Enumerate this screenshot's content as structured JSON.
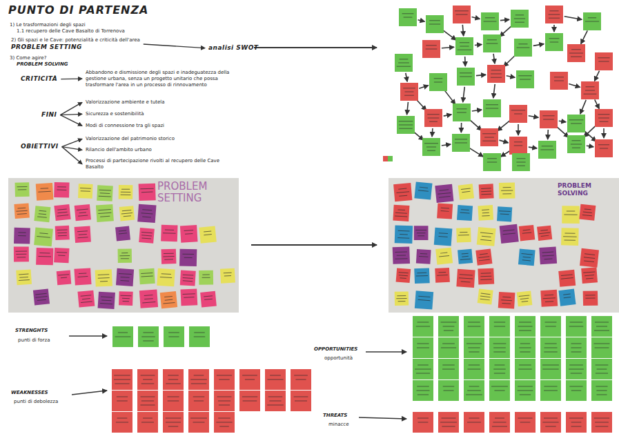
{
  "diagram": {
    "title": "PUNTO DI PARTENZA",
    "nodes": [
      {
        "text": [
          "2) Gli spazi e le Cave: potenzialità e criticità dell'area",
          "PROBLEM SETTING"
        ]
      },
      {
        "text": [
          "analisi SWOT"
        ]
      },
      {
        "text": [
          "CRITICITÀ"
        ]
      },
      {
        "text": [
          "Abbandono e dismissione degli spazi e inadeguatezza della gestione urbana, senza un progetto unitario che possa trasformare l'area in un processo di rinnovamento"
        ]
      },
      {
        "text": [
          "FINI"
        ]
      },
      {
        "text": [
          "Valorizzazione ambiente e tutela"
        ]
      },
      {
        "text": [
          "Sicurezza e sostenibilità"
        ]
      },
      {
        "text": [
          "Modi di connessione tra gli spazi"
        ]
      },
      {
        "text": [
          "OBIETTIVI"
        ]
      },
      {
        "text": [
          "Valorizzazione del patrimonio storico"
        ]
      },
      {
        "text": [
          "Rilancio dell'ambito urbano"
        ]
      },
      {
        "text": [
          "Processi di partecipazione rivolti al recupero delle Cave Basalto"
        ]
      }
    ],
    "edges": [
      {
        "from": 0,
        "to": 1,
        "arrow": "to"
      },
      {
        "from": 2,
        "to": 3,
        "arrow": "to"
      },
      {
        "from": 4,
        "to": 5,
        "arrow": "to"
      },
      {
        "from": 4,
        "to": 6,
        "arrow": "to"
      },
      {
        "from": 4,
        "to": 7,
        "arrow": "to"
      },
      {
        "from": 8,
        "to": 9,
        "arrow": "to"
      },
      {
        "from": 8,
        "to": 10,
        "arrow": "to"
      },
      {
        "from": 8,
        "to": 11,
        "arrow": "to"
      }
    ],
    "labels": [
      "1) Le trasformazioni degli spazi",
      "1.1 recupero delle Cave Basalto di Torrenova",
      "3) Come agire?",
      "PROBLEM SOLVING",
      "PROBLEM SETTING",
      "PROBLEM SOLVING",
      "STRENGHTS",
      "punti di forza",
      "WEAKNESSES",
      "punti di debolezza",
      "OPPORTUNITIES",
      "opportunità",
      "THREATS",
      "minacce"
    ]
  }
}
